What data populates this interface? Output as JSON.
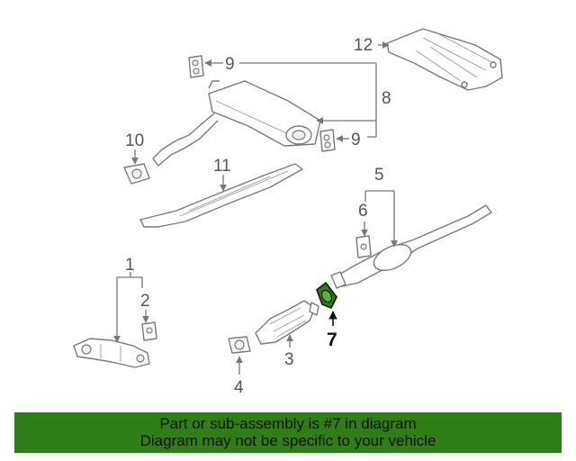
{
  "diagram": {
    "callouts": [
      "1",
      "2",
      "3",
      "4",
      "5",
      "6",
      "7",
      "8",
      "9",
      "9",
      "10",
      "11",
      "12"
    ],
    "highlighted_part": "7",
    "highlight_color": "#2e7d16"
  },
  "banner": {
    "line1": "Part or sub-assembly is #7 in diagram",
    "line2": "Diagram may not be specific to your vehicle",
    "background": "#2e7d16"
  }
}
